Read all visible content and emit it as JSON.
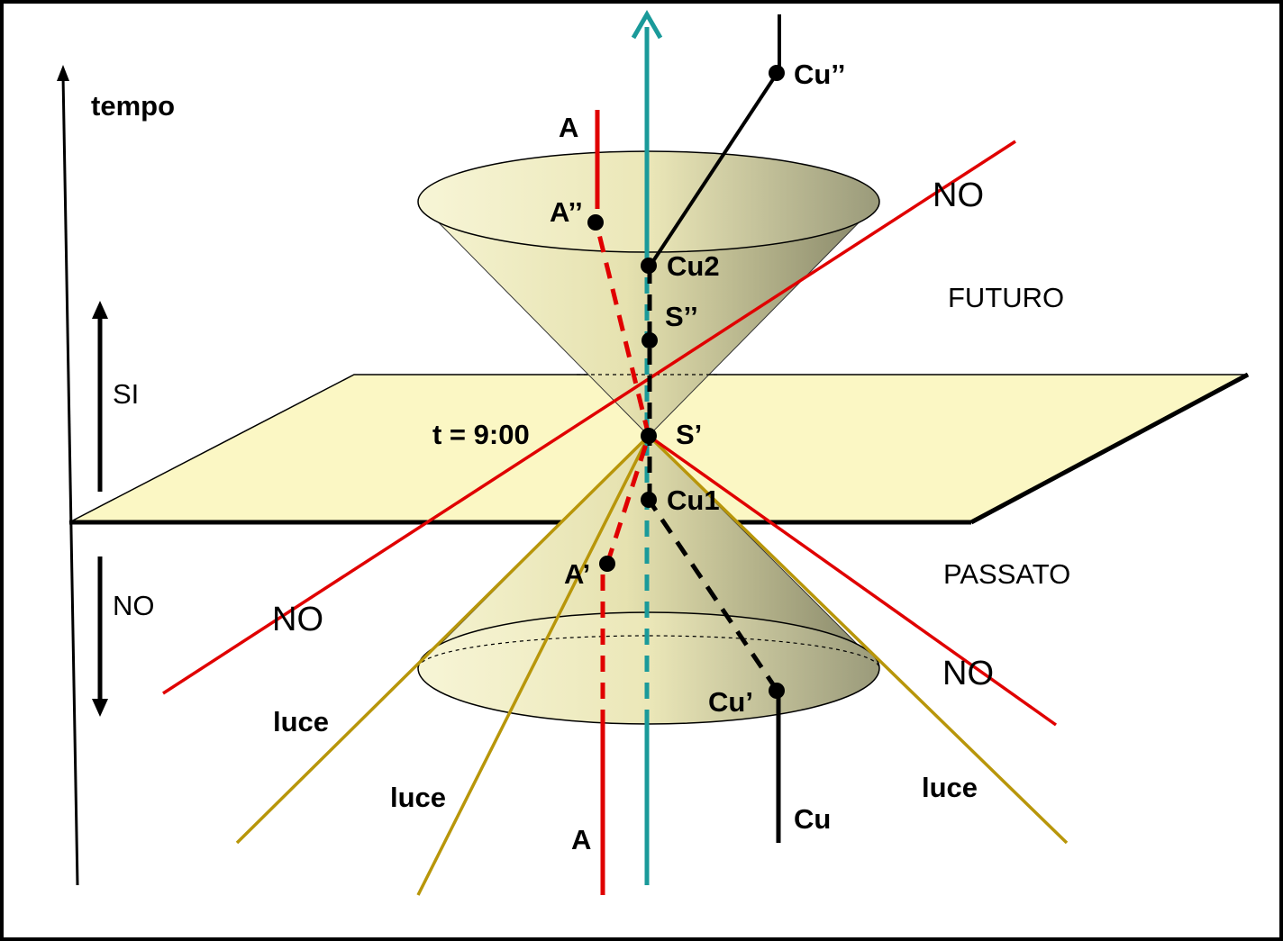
{
  "labels": {
    "tempo": "tempo",
    "si": "SI",
    "no_left": "NO",
    "time_plane": "t = 9:00",
    "futuro": "FUTURO",
    "passato": "PASSATO",
    "no_upper_right": "NO",
    "no_lower_left": "NO",
    "no_lower_right": "NO",
    "luce_left": "luce",
    "luce_mid": "luce",
    "luce_right": "luce",
    "a_top": "A",
    "a_bottom": "A",
    "a_future": "A’’",
    "a_past": "A’",
    "cu_future": "Cu’’",
    "cu2": "Cu2",
    "s_future": "S’’",
    "s_now": "S’",
    "cu1": "Cu1",
    "cu_past": "Cu’",
    "cu": "Cu"
  },
  "colors": {
    "axis": "#000000",
    "red_line": "#e00000",
    "teal_line": "#1a9a9a",
    "light_line": "#b8960a",
    "plane_fill": "#fbf7c4",
    "cone_light": "#f4f1c4",
    "cone_dark": "#8a8a6a",
    "border": "#000000"
  }
}
